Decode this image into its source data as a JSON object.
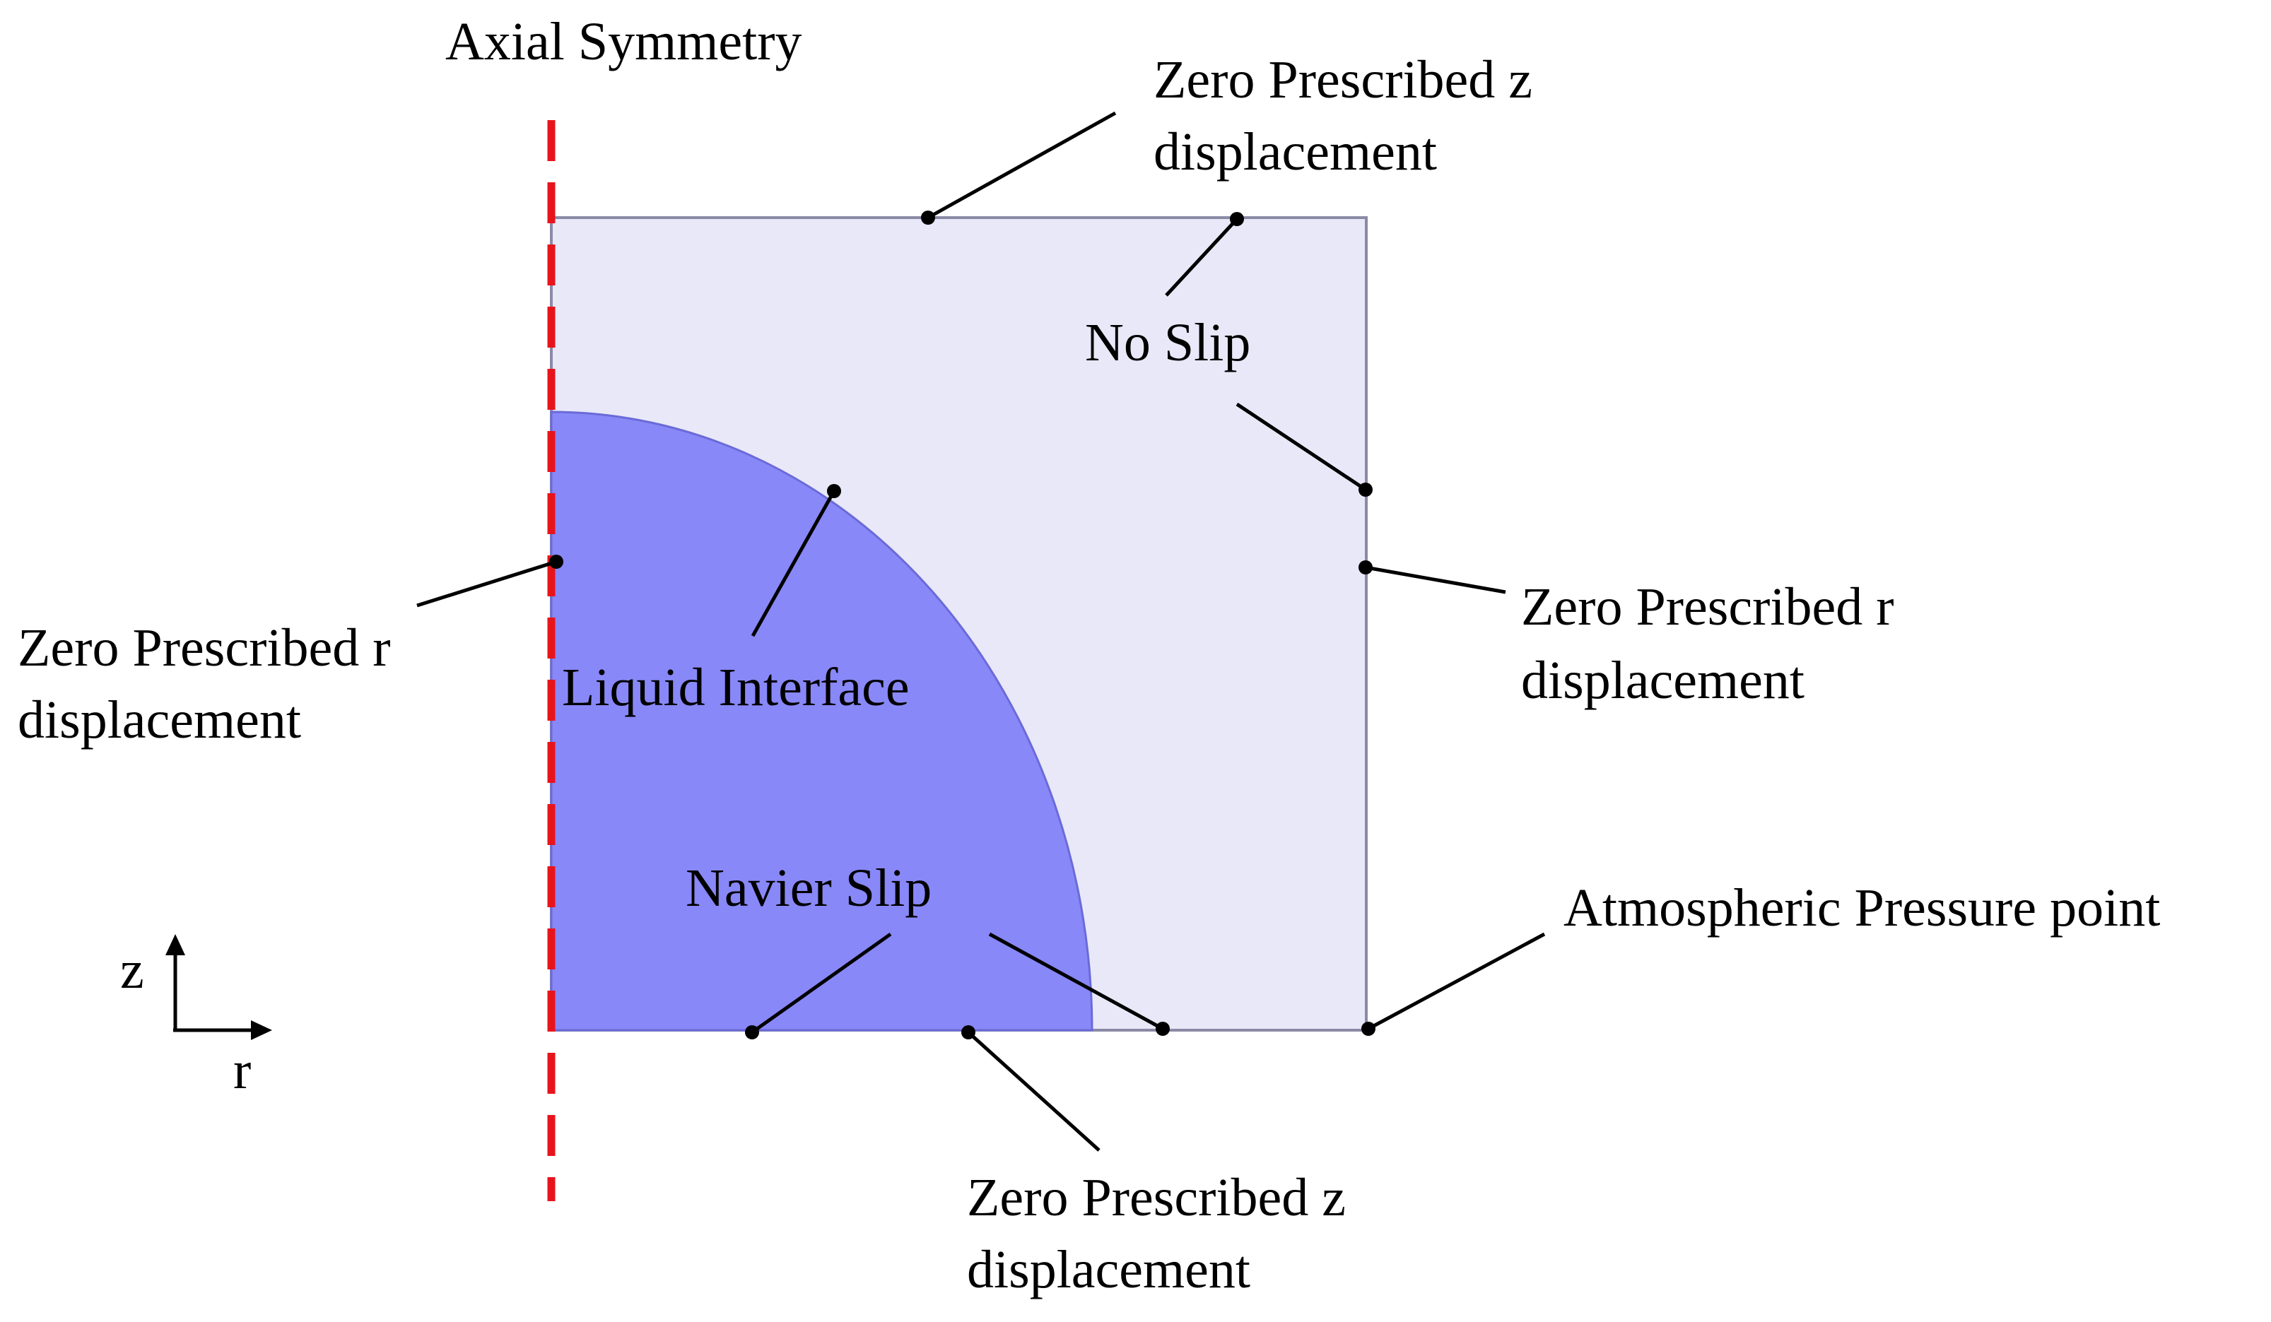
{
  "colors": {
    "domain_fill": "#e8e8f8",
    "domain_stroke": "#8a8aa6",
    "liquid_fill": "#8888f8",
    "liquid_stroke": "#6a6ad8",
    "symmetry_axis": "#e8141c",
    "ink": "#000000"
  },
  "labels": {
    "axial_symmetry": "Axial Symmetry",
    "top_boundary": [
      "Zero Prescribed z",
      "displacement"
    ],
    "no_slip": "No Slip",
    "left_boundary": [
      "Zero Prescribed r",
      "displacement"
    ],
    "liquid_interface": "Liquid Interface",
    "right_boundary": [
      "Zero Prescribed r",
      "displacement"
    ],
    "navier_slip": "Navier Slip",
    "atmospheric_point": "Atmospheric Pressure point",
    "bottom_boundary": [
      "Zero Prescribed z",
      "displacement"
    ]
  },
  "axes": {
    "z": "z",
    "r": "r"
  }
}
